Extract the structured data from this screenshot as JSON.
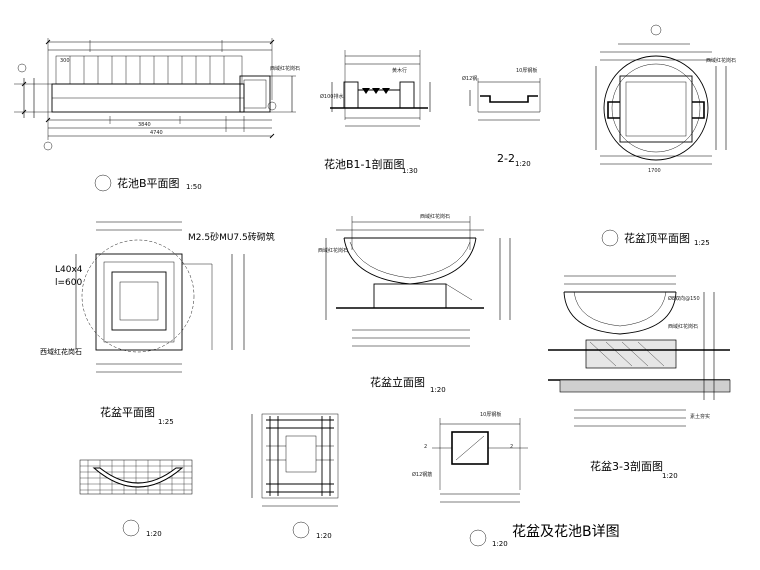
{
  "drawing_title": "花盆及花池B详图",
  "views": {
    "pool_plan": {
      "title": "花池B平面图",
      "scale": "1:50"
    },
    "pool_section": {
      "title": "花池B1-1剖面图",
      "scale": "1:30"
    },
    "section_22": {
      "title": "2-2",
      "scale": "1:20"
    },
    "pot_top": {
      "title": "花盆顶平面图",
      "scale": "1:25"
    },
    "pot_plan": {
      "title": "花盆平面图",
      "scale": "1:25",
      "note_mortar": "M2.5砂MU7.5砖砌筑",
      "note_bar": "L40x4",
      "note_bar_len": "l=600",
      "note_stone": "西域红花岗石"
    },
    "pot_elev": {
      "title": "花盆立面图",
      "scale": "1:20"
    },
    "pot_33": {
      "title": "花盆3-3剖面图",
      "scale": "1:20"
    },
    "detail_1": {
      "scale": "1:20"
    },
    "detail_2": {
      "scale": "1:20"
    },
    "detail_3": {
      "scale": "1:20"
    }
  }
}
